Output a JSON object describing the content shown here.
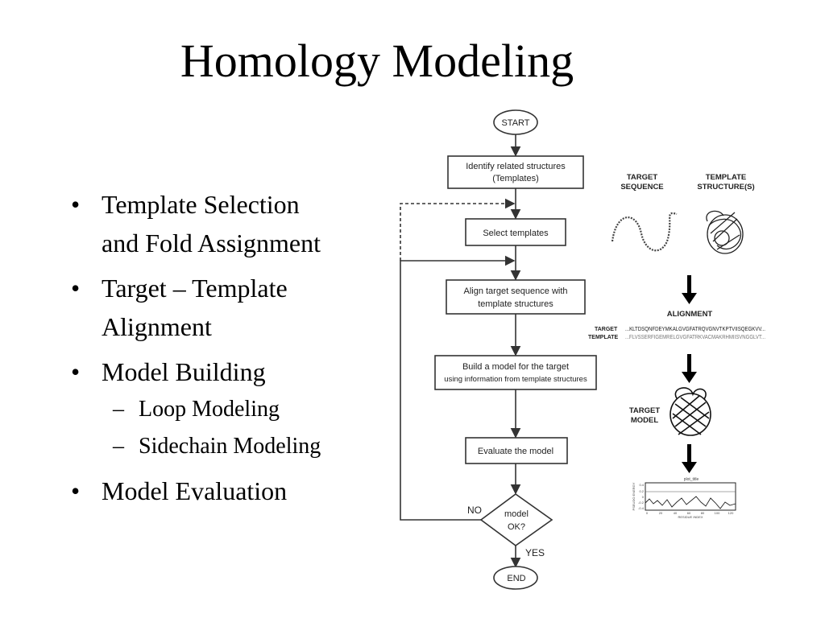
{
  "slide": {
    "title": "Homology Modeling",
    "bullets": [
      {
        "text": "Template Selection and Fold Assignment",
        "lines": [
          "Template Selection",
          "and Fold Assignment"
        ]
      },
      {
        "text": "Target – Template Alignment",
        "lines": [
          "Target – Template",
          "Alignment"
        ]
      },
      {
        "text": "Model Building",
        "lines": [
          "Model Building"
        ]
      },
      {
        "text": "Model Evaluation",
        "lines": [
          "Model Evaluation"
        ]
      }
    ],
    "sub_bullets": [
      "Loop Modeling",
      "Sidechain Modeling"
    ],
    "bullet_glyph": "•",
    "dash_glyph": "–"
  },
  "flowchart": {
    "start": "START",
    "steps": [
      [
        "Identify related structures",
        "(Templates)"
      ],
      [
        "Select templates"
      ],
      [
        "Align target sequence with",
        "template structures"
      ],
      [
        "Build a model for the target",
        "using information from template structures"
      ],
      [
        "Evaluate the model"
      ]
    ],
    "decision": [
      "model",
      "OK?"
    ],
    "no_label": "NO",
    "yes_label": "YES",
    "end": "END"
  },
  "illustration": {
    "target_sequence_label": [
      "TARGET",
      "SEQUENCE"
    ],
    "template_structure_label": [
      "TEMPLATE",
      "STRUCTURE(S)"
    ],
    "alignment_label": "ALIGNMENT",
    "target_row_label": "TARGET",
    "template_row_label": "TEMPLATE",
    "target_row_seq": "...KLTDSQNFDEYMKALGVGFATRQVGNVTKPTVIISQEGKVV...",
    "template_row_seq": "...FLVSSERFIGEMRELGVGFATRKVACMAKRHMIISVNGGLVT...",
    "target_model_label": [
      "TARGET",
      "MODEL"
    ],
    "plot_caption": "plot_title",
    "plot_ylabel": "PSEUDO ENERGY",
    "plot_xlabel": "RESIDUE INDEX",
    "plot_y_ticks": [
      "0.4",
      "0.2",
      "0",
      "-0.2",
      "-0.4"
    ],
    "plot_x_ticks": [
      "0",
      "20",
      "40",
      "60",
      "80",
      "100",
      "120"
    ]
  }
}
